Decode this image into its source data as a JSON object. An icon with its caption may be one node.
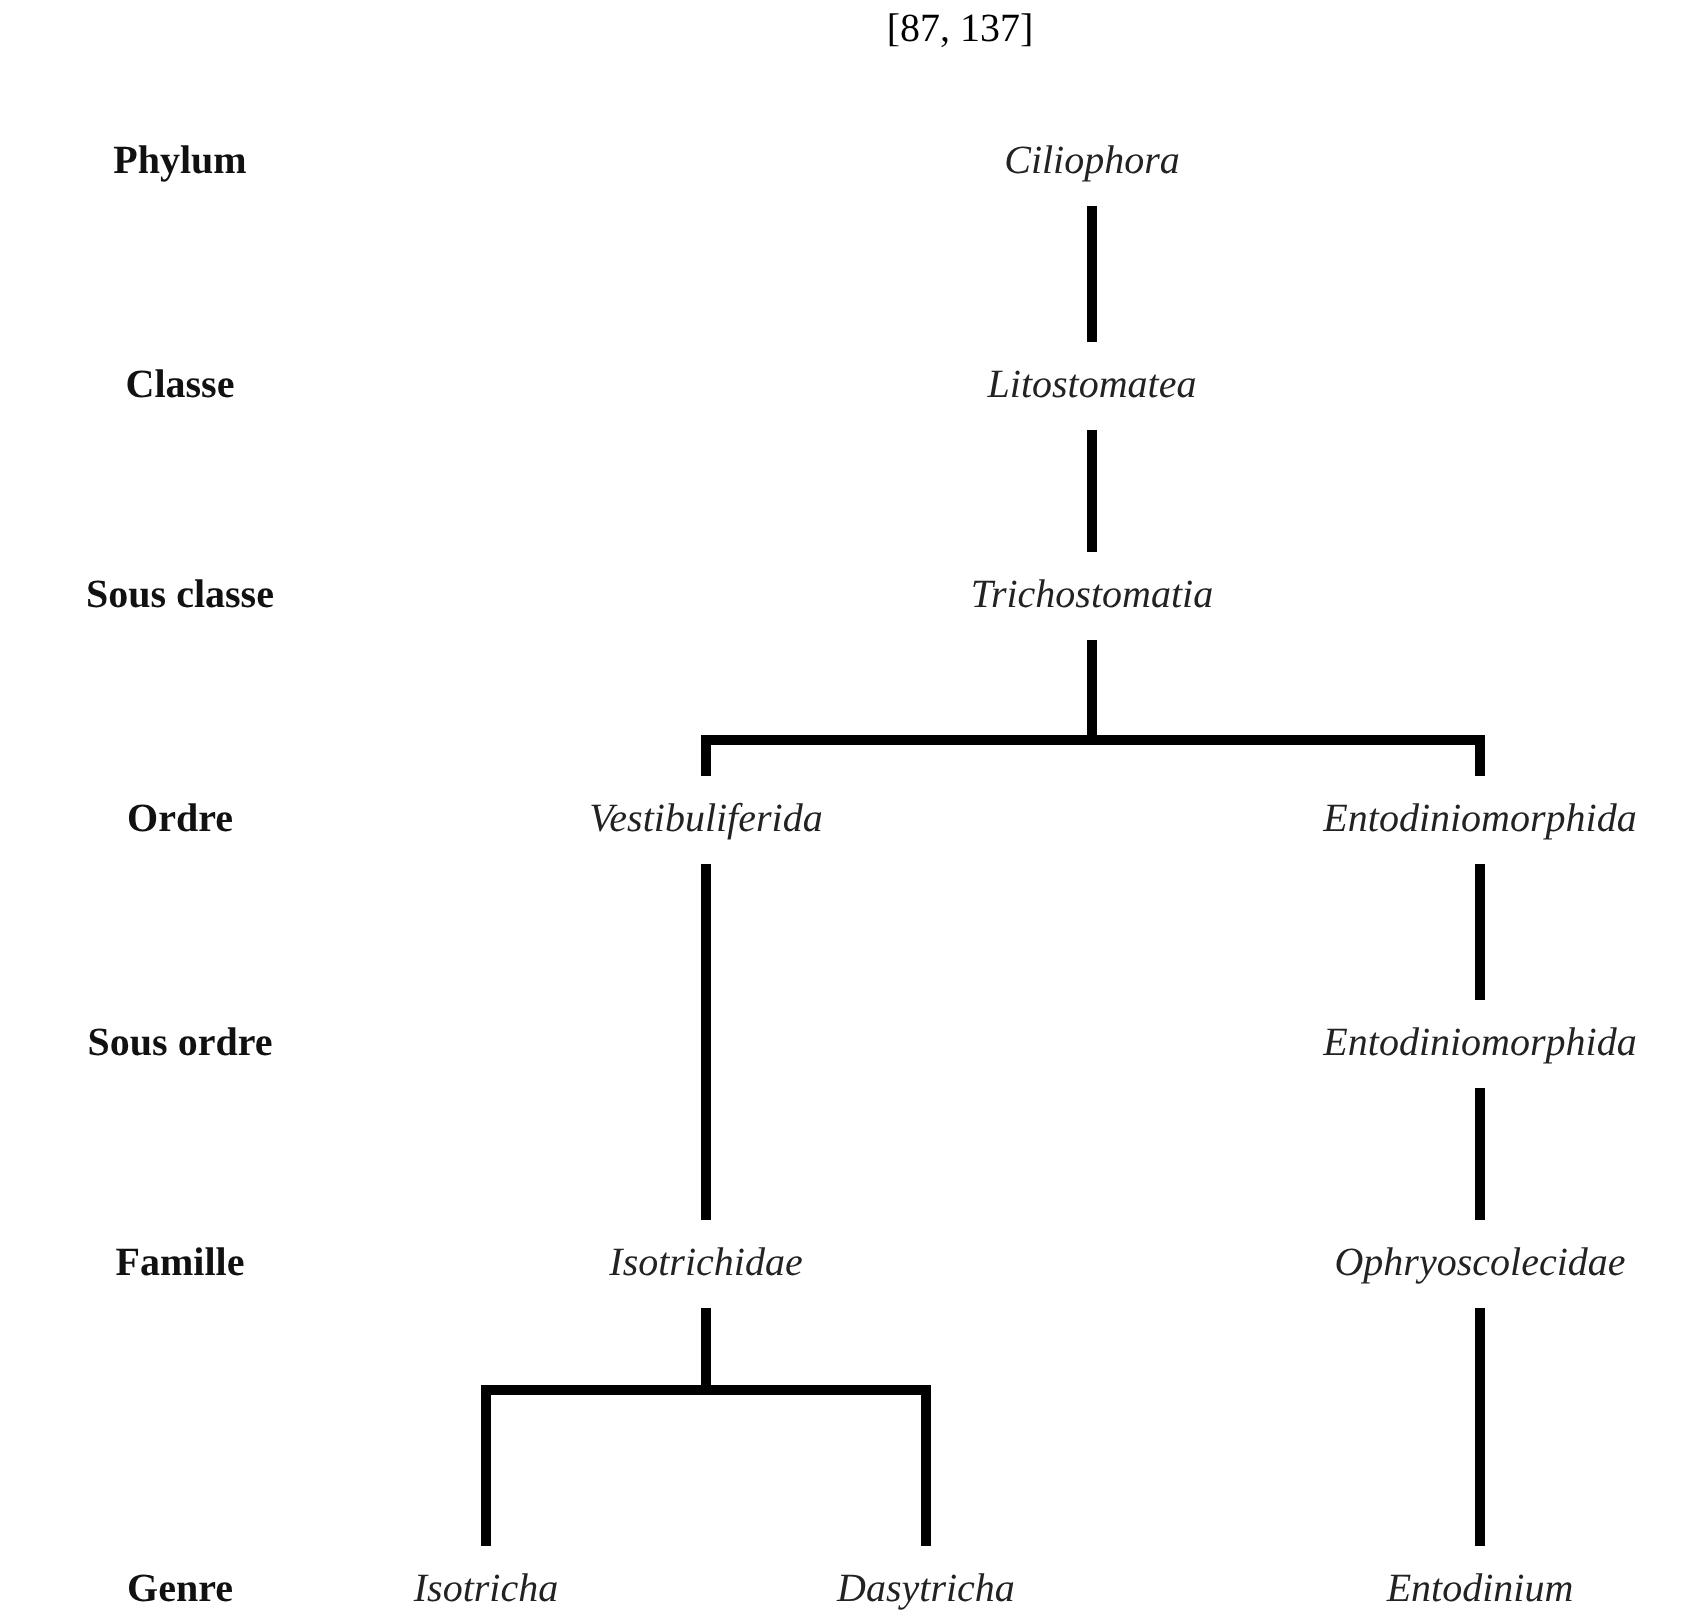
{
  "diagram": {
    "title": "[87, 137]",
    "nodes": [
      {
        "text": [
          "Ciliophora"
        ]
      },
      {
        "text": [
          "Litostomatea"
        ]
      },
      {
        "text": [
          "Trichostomatia"
        ]
      },
      {
        "text": [
          "Vestibuliferida"
        ]
      },
      {
        "text": [
          "Entodiniomorphida"
        ]
      },
      {
        "text": [
          "Entodiniomorphida"
        ]
      },
      {
        "text": [
          "Isotrichidae"
        ]
      },
      {
        "text": [
          "Ophryoscolecidae"
        ]
      },
      {
        "text": [
          "Isotricha"
        ]
      },
      {
        "text": [
          "Dasytricha"
        ]
      },
      {
        "text": [
          "Entodinium"
        ]
      }
    ],
    "edges": [
      {
        "from": 0,
        "to": 1,
        "arrow": "none"
      },
      {
        "from": 1,
        "to": 2,
        "arrow": "none"
      },
      {
        "from": 2,
        "to": 3,
        "arrow": "none"
      },
      {
        "from": 2,
        "to": 4,
        "arrow": "none"
      },
      {
        "from": 4,
        "to": 5,
        "arrow": "none"
      },
      {
        "from": 3,
        "to": 6,
        "arrow": "none"
      },
      {
        "from": 5,
        "to": 7,
        "arrow": "none"
      },
      {
        "from": 6,
        "to": 8,
        "arrow": "none"
      },
      {
        "from": 6,
        "to": 9,
        "arrow": "none"
      },
      {
        "from": 7,
        "to": 10,
        "arrow": "none"
      }
    ],
    "labels": [
      "Phylum",
      "Classe",
      "Sous classe",
      "Ordre",
      "Sous ordre",
      "Famille",
      "Genre"
    ]
  }
}
